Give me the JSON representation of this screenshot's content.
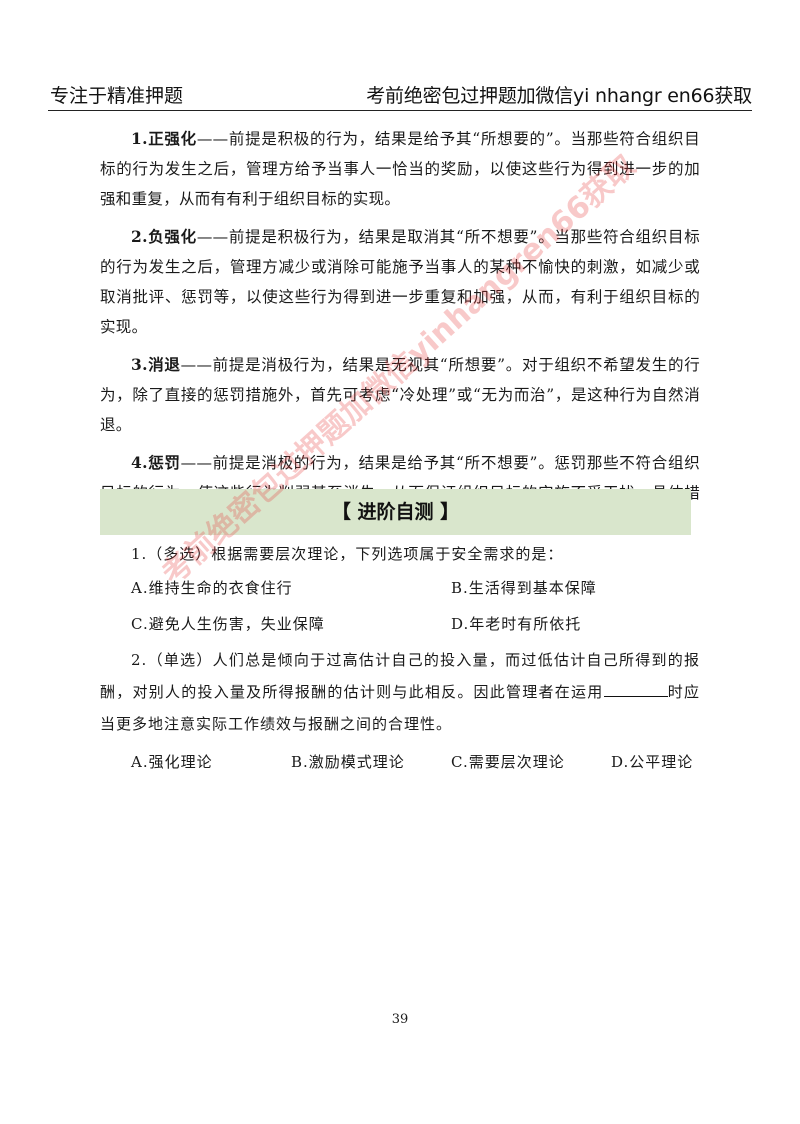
{
  "header": {
    "left": "专注于精准押题",
    "right": "考前绝密包过押题加微信yi nhangr en66获取"
  },
  "paragraphs": [
    {
      "term": "1.正强化",
      "text": "——前提是积极的行为，结果是给予其“所想要的”。当那些符合组织目标的行为发生之后，管理方给予当事人一恰当的奖励，以使这些行为得到进一步的加强和重复，从而有有利于组织目标的实现。"
    },
    {
      "term": "2.负强化",
      "text": "——前提是积极行为，结果是取消其“所不想要”。当那些符合组织目标的行为发生之后，管理方减少或消除可能施予当事人的某种不愉快的刺激，如减少或取消批评、惩罚等，以使这些行为得到进一步重复和加强，从而，有利于组织目标的实现。"
    },
    {
      "term": "3.消退",
      "text": "——前提是消极行为，结果是无视其“所想要”。对于组织不希望发生的行为，除了直接的惩罚措施外，首先可考虑“冷处理”或“无为而治”，是这种行为自然消退。"
    },
    {
      "term": "4.惩罚",
      "text": "——前提是消极的行为，结果是给予其“所不想要”。惩罚那些不符合组织目标的行为，使这些行为削弱甚至消失，从而保证组织目标的实施不受干扰。具体措施有：批评、罚款、降级、开除。"
    }
  ],
  "section_title": "【 进阶自测 】",
  "questions": [
    {
      "stem": "1.（多选）根据需要层次理论，下列选项属于安全需求的是：",
      "options": [
        "A.维持生命的衣食住行",
        "B.生活得到基本保障",
        "C.避免人生伤害，失业保障",
        "D.年老时有所依托"
      ]
    },
    {
      "stem_before": "2.（单选）人们总是倾向于过高估计自己的投入量，而过低估计自己所得到的报酬，对别人的投入量及所得报酬的估计则与此相反。因此管理者在运用",
      "stem_after": "时应当更多地注意实际工作绩效与报酬之间的合理性。",
      "options": [
        "A.强化理论",
        "B.激励模式理论",
        "C.需要层次理论",
        "D.公平理论"
      ]
    }
  ],
  "watermark": "考前绝密包过押题加微信yinhangren66获取",
  "page_number": "39"
}
